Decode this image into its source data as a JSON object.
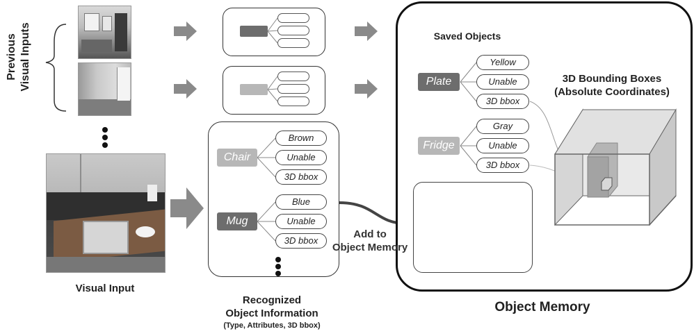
{
  "left": {
    "previous_label": "Previous\nVisual Inputs",
    "visual_input_label": "Visual Input"
  },
  "recognized": {
    "title": "Recognized\nObject Information",
    "subtitle": "(Type, Attributes, 3D bbox)",
    "objects": [
      {
        "type": "Chair",
        "attrs": [
          "Brown",
          "Unable",
          "3D bbox"
        ]
      },
      {
        "type": "Mug",
        "attrs": [
          "Blue",
          "Unable",
          "3D bbox"
        ]
      }
    ]
  },
  "add_label": "Add to\nObject Memory",
  "memory": {
    "title": "Object Memory",
    "saved_title": "Saved Objects",
    "objects": [
      {
        "type": "Plate",
        "attrs": [
          "Yellow",
          "Unable",
          "3D bbox"
        ]
      },
      {
        "type": "Fridge",
        "attrs": [
          "Gray",
          "Unable",
          "3D bbox"
        ]
      }
    ],
    "bbox_title": "3D Bounding Boxes\n(Absolute Coordinates)"
  }
}
